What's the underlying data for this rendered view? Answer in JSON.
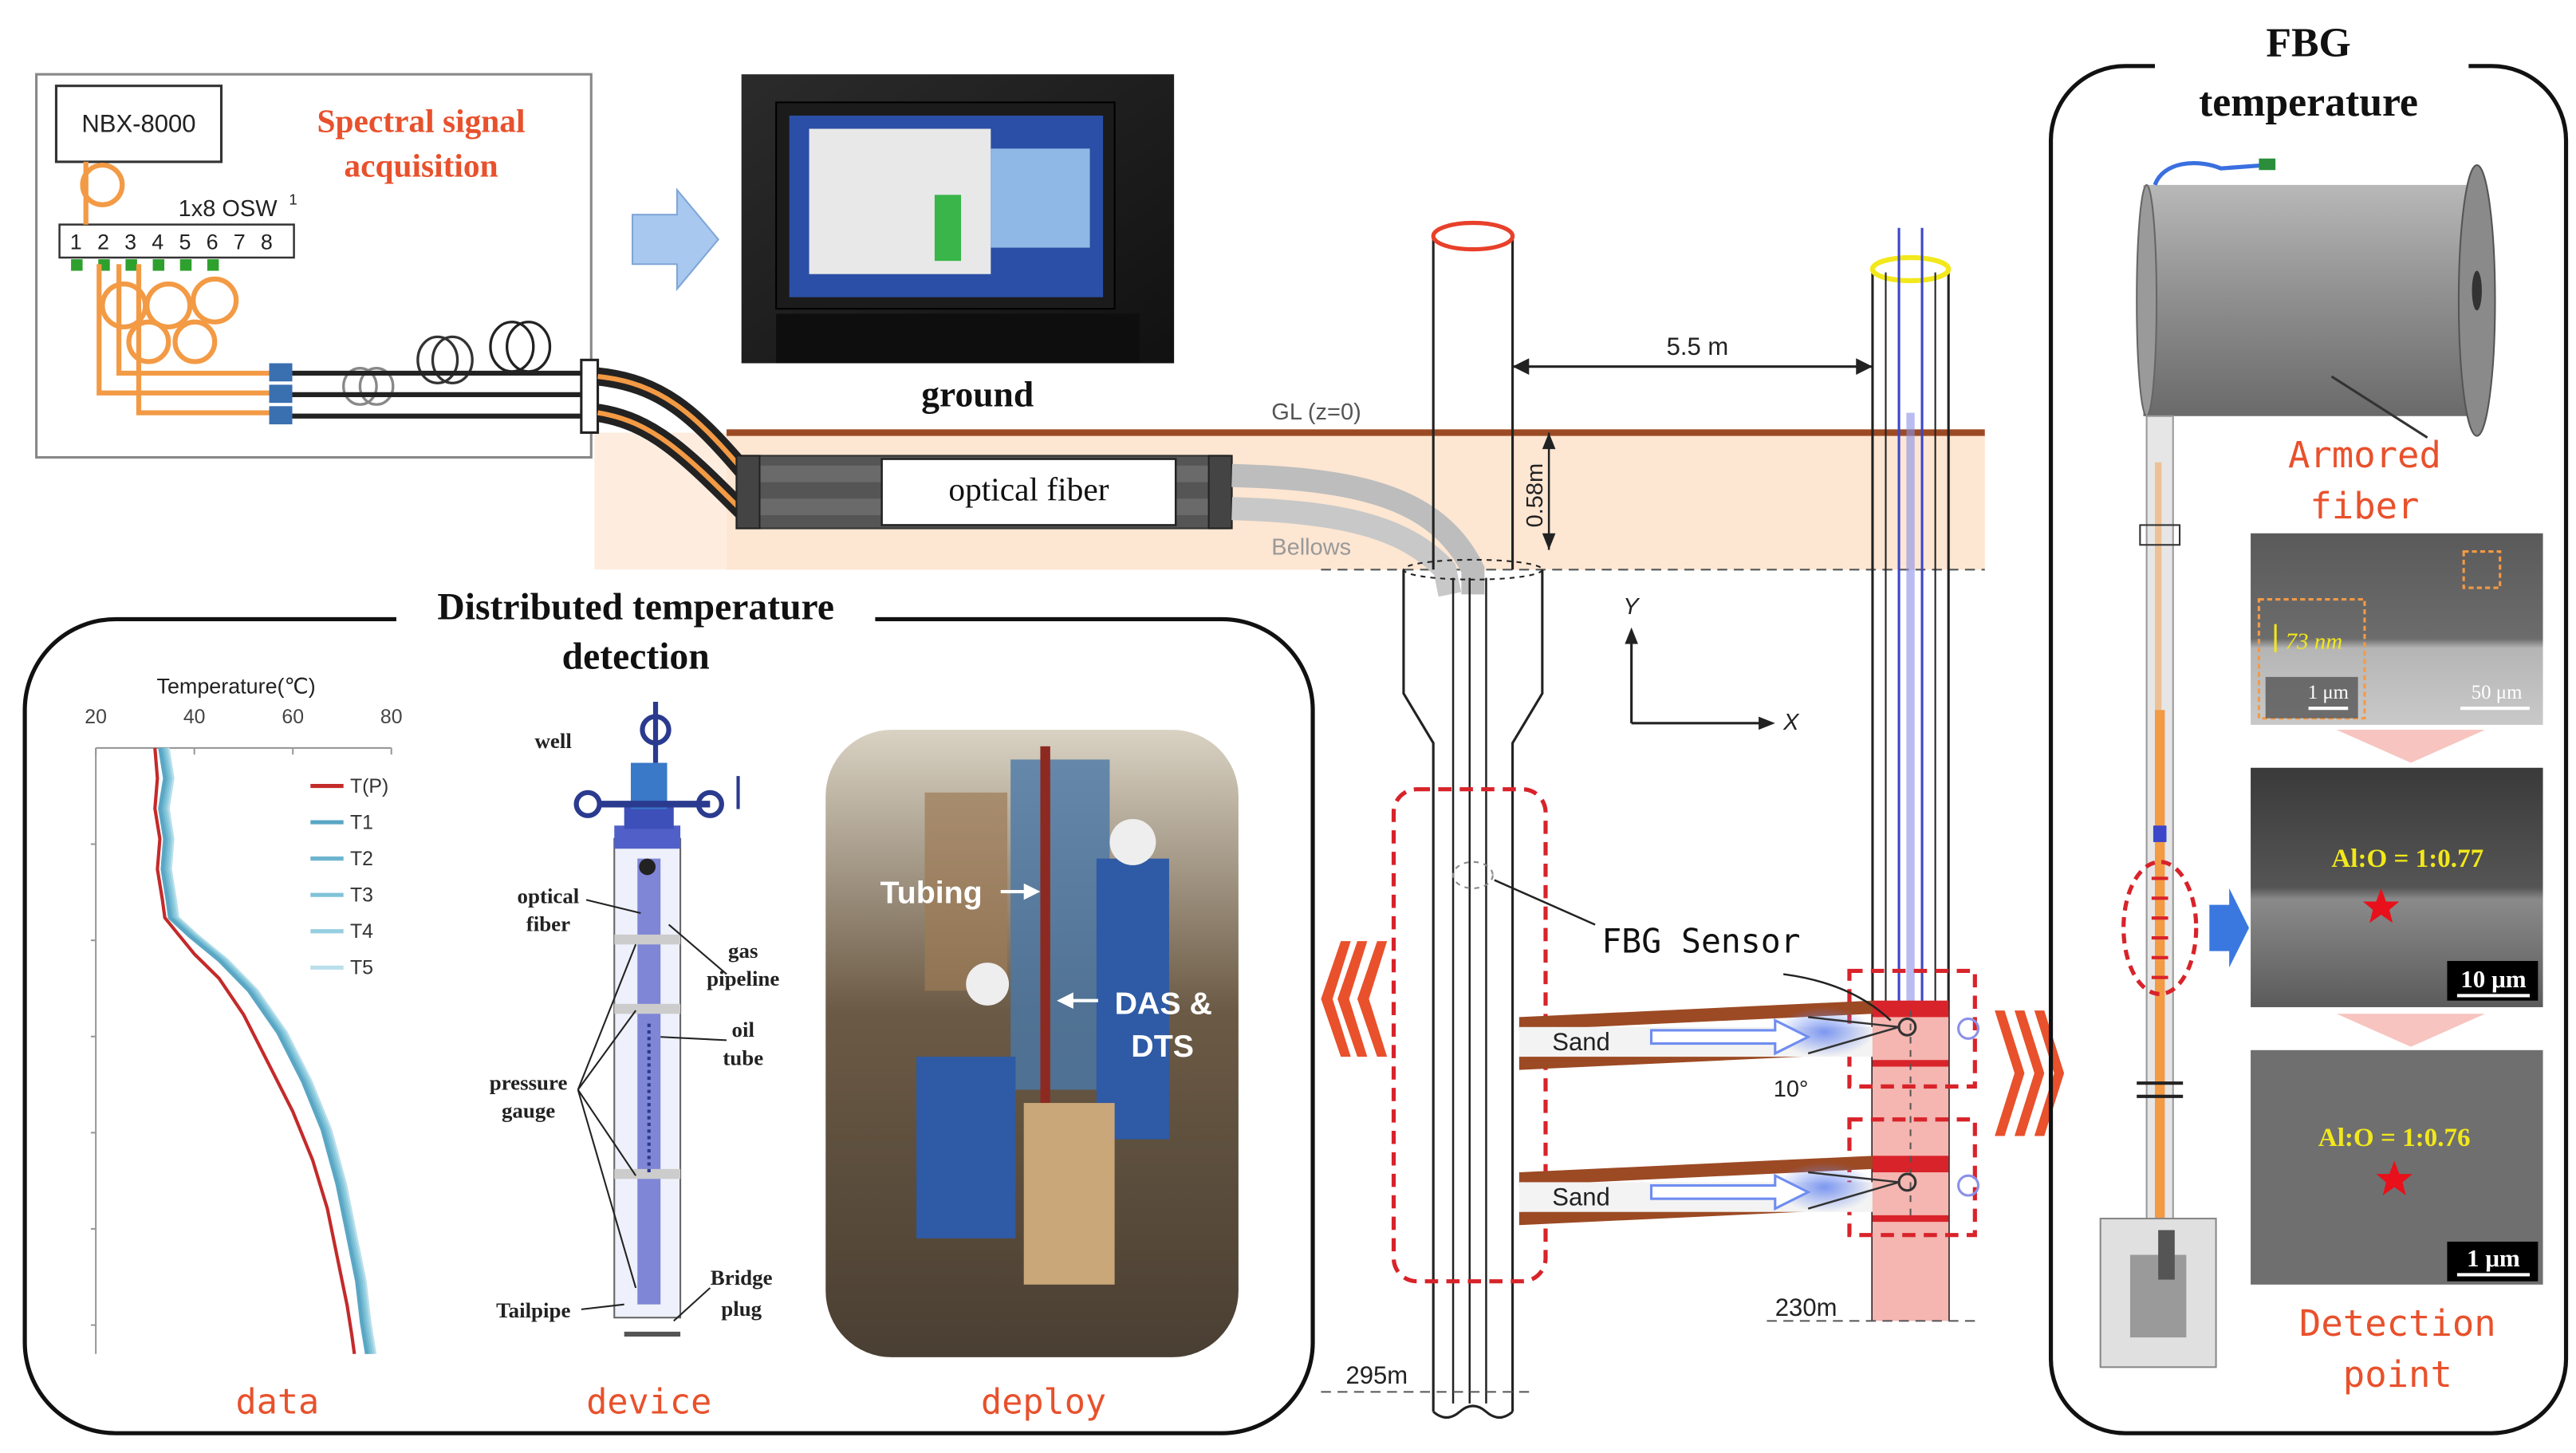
{
  "colors": {
    "accent_red": "#e8402a",
    "title_orange": "#e8512c",
    "fiber_orange": "#f39a45",
    "soil": "#fde6d2",
    "ground_line": "#9c4a24",
    "dark_red_dash": "#d8232a",
    "tubing_blue": "#3d46c9",
    "pipe_blue": "#8a91e8",
    "casing_pink": "#f5b5b0",
    "screen_green": "#39b54a",
    "curve_red": "#c42a2a",
    "curve_blue": "#7fc6d8",
    "sem_text": "#f2e81b"
  },
  "acquisition": {
    "device_name": "NBX-8000",
    "title": "Spectral signal acquisition",
    "switch_label": "1x8 OSW",
    "switch_sup": "1",
    "ports": [
      "1",
      "2",
      "3",
      "4",
      "5",
      "6",
      "7",
      "8"
    ]
  },
  "ground": {
    "caption": "ground",
    "gl_label": "GL (z=0)",
    "depth_label": "0.58m",
    "fiber_label": "optical fiber",
    "bellows_label": "Bellows",
    "distance_label": "5.5 m"
  },
  "wells": {
    "left_bottom_label": "295m",
    "right_bottom_label": "230m",
    "sensor_label": "FBG Sensor",
    "sand_label_1": "Sand",
    "sand_label_2": "Sand",
    "angle_label": "10°",
    "axis_y": "Y",
    "axis_x": "X"
  },
  "dtd": {
    "title_line1": "Distributed temperature",
    "title_line2": "detection",
    "chart_caption": "data",
    "device_caption": "device",
    "deploy_caption": "deploy",
    "device_labels": {
      "well": "well",
      "optical_fiber_1": "optical",
      "optical_fiber_2": "fiber",
      "gas_1": "gas",
      "gas_2": "pipeline",
      "oil_1": "oil",
      "oil_2": "tube",
      "pressure_1": "pressure",
      "pressure_2": "gauge",
      "bridge_1": "Bridge",
      "bridge_2": "plug",
      "tailpipe": "Tailpipe"
    },
    "photo_labels": {
      "tubing": "Tubing",
      "das_1": "DAS &",
      "das_2": "DTS"
    }
  },
  "fbg": {
    "title_line1": "FBG",
    "title_line2": "temperature",
    "armored_1": "Armored",
    "armored_2": "fiber",
    "detection_1": "Detection",
    "detection_2": "point",
    "sem1_thickness": "73 nm",
    "sem1_scale_small": "1 μm",
    "sem1_scale_large": "50 μm",
    "sem2_ratio": "Al:O = 1:0.77",
    "sem2_scale": "10 μm",
    "sem3_ratio": "Al:O = 1:0.76",
    "sem3_scale": "1 μm"
  },
  "chart_data": {
    "type": "line",
    "title": "Temperature(℃)",
    "xlabel": "Temperature(℃)",
    "ylabel": "",
    "xlim": [
      20,
      80
    ],
    "x_ticks": [
      "20",
      "40",
      "60",
      "80"
    ],
    "grid": false,
    "legend_position": "top-right",
    "depth_unit_note": "relative depth (0 = top, 1 = bottom), no axis labels shown",
    "series": [
      {
        "name": "T(P)",
        "color": "#c42a2a",
        "points": [
          [
            32,
            0
          ],
          [
            32.5,
            0.05
          ],
          [
            32,
            0.1
          ],
          [
            33,
            0.15
          ],
          [
            32.5,
            0.2
          ],
          [
            33.5,
            0.25
          ],
          [
            34,
            0.28
          ],
          [
            36,
            0.3
          ],
          [
            40,
            0.34
          ],
          [
            45,
            0.38
          ],
          [
            50,
            0.44
          ],
          [
            55,
            0.52
          ],
          [
            60,
            0.6
          ],
          [
            64,
            0.68
          ],
          [
            67,
            0.76
          ],
          [
            69,
            0.84
          ],
          [
            71,
            0.92
          ],
          [
            72,
            0.97
          ],
          [
            72.5,
            1.0
          ]
        ]
      },
      {
        "name": "T1",
        "color": "#5aa6c4",
        "points": [
          [
            33,
            0
          ],
          [
            34,
            0.05
          ],
          [
            33,
            0.1
          ],
          [
            34,
            0.15
          ],
          [
            33.5,
            0.2
          ],
          [
            34.5,
            0.25
          ],
          [
            35,
            0.28
          ],
          [
            39,
            0.31
          ],
          [
            45,
            0.35
          ],
          [
            51,
            0.4
          ],
          [
            57,
            0.47
          ],
          [
            62,
            0.55
          ],
          [
            66,
            0.63
          ],
          [
            69,
            0.72
          ],
          [
            71,
            0.8
          ],
          [
            73,
            0.88
          ],
          [
            74,
            0.95
          ],
          [
            75,
            1.0
          ]
        ]
      },
      {
        "name": "T2",
        "color": "#6db5cf",
        "points": [
          [
            33.4,
            0
          ],
          [
            34.4,
            0.05
          ],
          [
            33.4,
            0.1
          ],
          [
            34.4,
            0.15
          ],
          [
            33.9,
            0.2
          ],
          [
            34.9,
            0.25
          ],
          [
            35.4,
            0.28
          ],
          [
            39.4,
            0.31
          ],
          [
            45.4,
            0.35
          ],
          [
            51.4,
            0.4
          ],
          [
            57.4,
            0.47
          ],
          [
            62.4,
            0.55
          ],
          [
            66.4,
            0.63
          ],
          [
            69.4,
            0.72
          ],
          [
            71.4,
            0.8
          ],
          [
            73.4,
            0.88
          ],
          [
            74.4,
            0.95
          ],
          [
            75.4,
            1.0
          ]
        ]
      },
      {
        "name": "T3",
        "color": "#7fc3d8",
        "points": [
          [
            33.8,
            0
          ],
          [
            34.8,
            0.05
          ],
          [
            33.8,
            0.1
          ],
          [
            34.8,
            0.15
          ],
          [
            34.3,
            0.2
          ],
          [
            35.3,
            0.25
          ],
          [
            35.8,
            0.28
          ],
          [
            39.8,
            0.31
          ],
          [
            45.8,
            0.35
          ],
          [
            51.8,
            0.4
          ],
          [
            57.8,
            0.47
          ],
          [
            62.8,
            0.55
          ],
          [
            66.8,
            0.63
          ],
          [
            69.8,
            0.72
          ],
          [
            71.8,
            0.8
          ],
          [
            73.8,
            0.88
          ],
          [
            74.8,
            0.95
          ],
          [
            75.8,
            1.0
          ]
        ]
      },
      {
        "name": "T4",
        "color": "#96cfe0",
        "points": [
          [
            34.2,
            0
          ],
          [
            35.2,
            0.05
          ],
          [
            34.2,
            0.1
          ],
          [
            35.2,
            0.15
          ],
          [
            34.7,
            0.2
          ],
          [
            35.7,
            0.25
          ],
          [
            36.2,
            0.28
          ],
          [
            40.2,
            0.31
          ],
          [
            46.2,
            0.35
          ],
          [
            52.2,
            0.4
          ],
          [
            58.2,
            0.47
          ],
          [
            63.2,
            0.55
          ],
          [
            67.2,
            0.63
          ],
          [
            70.2,
            0.72
          ],
          [
            72.2,
            0.8
          ],
          [
            74.2,
            0.88
          ],
          [
            75.2,
            0.95
          ],
          [
            76.2,
            1.0
          ]
        ]
      },
      {
        "name": "T5",
        "color": "#b9dfeb",
        "points": [
          [
            34.6,
            0
          ],
          [
            35.6,
            0.05
          ],
          [
            34.6,
            0.1
          ],
          [
            35.6,
            0.15
          ],
          [
            35.1,
            0.2
          ],
          [
            36.1,
            0.25
          ],
          [
            36.6,
            0.28
          ],
          [
            40.6,
            0.31
          ],
          [
            46.6,
            0.35
          ],
          [
            52.6,
            0.4
          ],
          [
            58.6,
            0.47
          ],
          [
            63.6,
            0.55
          ],
          [
            67.6,
            0.63
          ],
          [
            70.6,
            0.72
          ],
          [
            72.6,
            0.8
          ],
          [
            74.6,
            0.88
          ],
          [
            75.6,
            0.95
          ],
          [
            76.6,
            1.0
          ]
        ]
      }
    ]
  }
}
